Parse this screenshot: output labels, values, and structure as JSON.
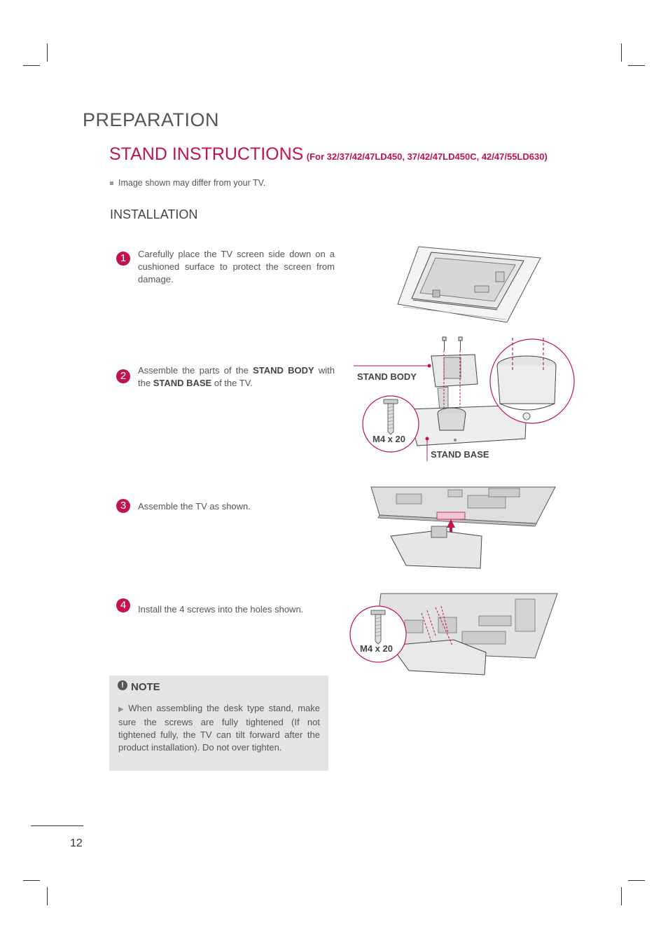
{
  "header": {
    "section": "PREPARATION",
    "title": "STAND INSTRUCTIONS",
    "title_models": "(For 32/37/42/47LD450, 37/42/47LD450C, 42/47/55LD630)",
    "image_note": "Image shown may differ from your TV.",
    "subheading": "INSTALLATION"
  },
  "steps": [
    {
      "number": "1",
      "text": "Carefully place the TV screen side down on a cushioned surface to protect the screen from damage."
    },
    {
      "number": "2",
      "text_a": "Assemble the parts of the ",
      "bold_a": "STAND BODY",
      "text_b": " with the ",
      "bold_b": "STAND BASE",
      "text_c": " of the TV."
    },
    {
      "number": "3",
      "text": "Assemble the TV as shown."
    },
    {
      "number": "4",
      "text": "Install the 4 screws into the holes shown."
    }
  ],
  "callouts": {
    "stand_body": "STAND BODY",
    "stand_base": "STAND BASE",
    "screw_2": "M4 x 20",
    "screw_4": "M4 x 20"
  },
  "note": {
    "icon": "!",
    "heading": "NOTE",
    "text": "When assembling the desk type stand, make sure the screws are fully tightened (If not tightened fully, the TV can tilt forward after the product installation). Do not  over tighten."
  },
  "footer": {
    "page_number": "12"
  },
  "colors": {
    "accent": "#c0144a",
    "note_bg": "#e4e4e4",
    "text": "#555555"
  }
}
